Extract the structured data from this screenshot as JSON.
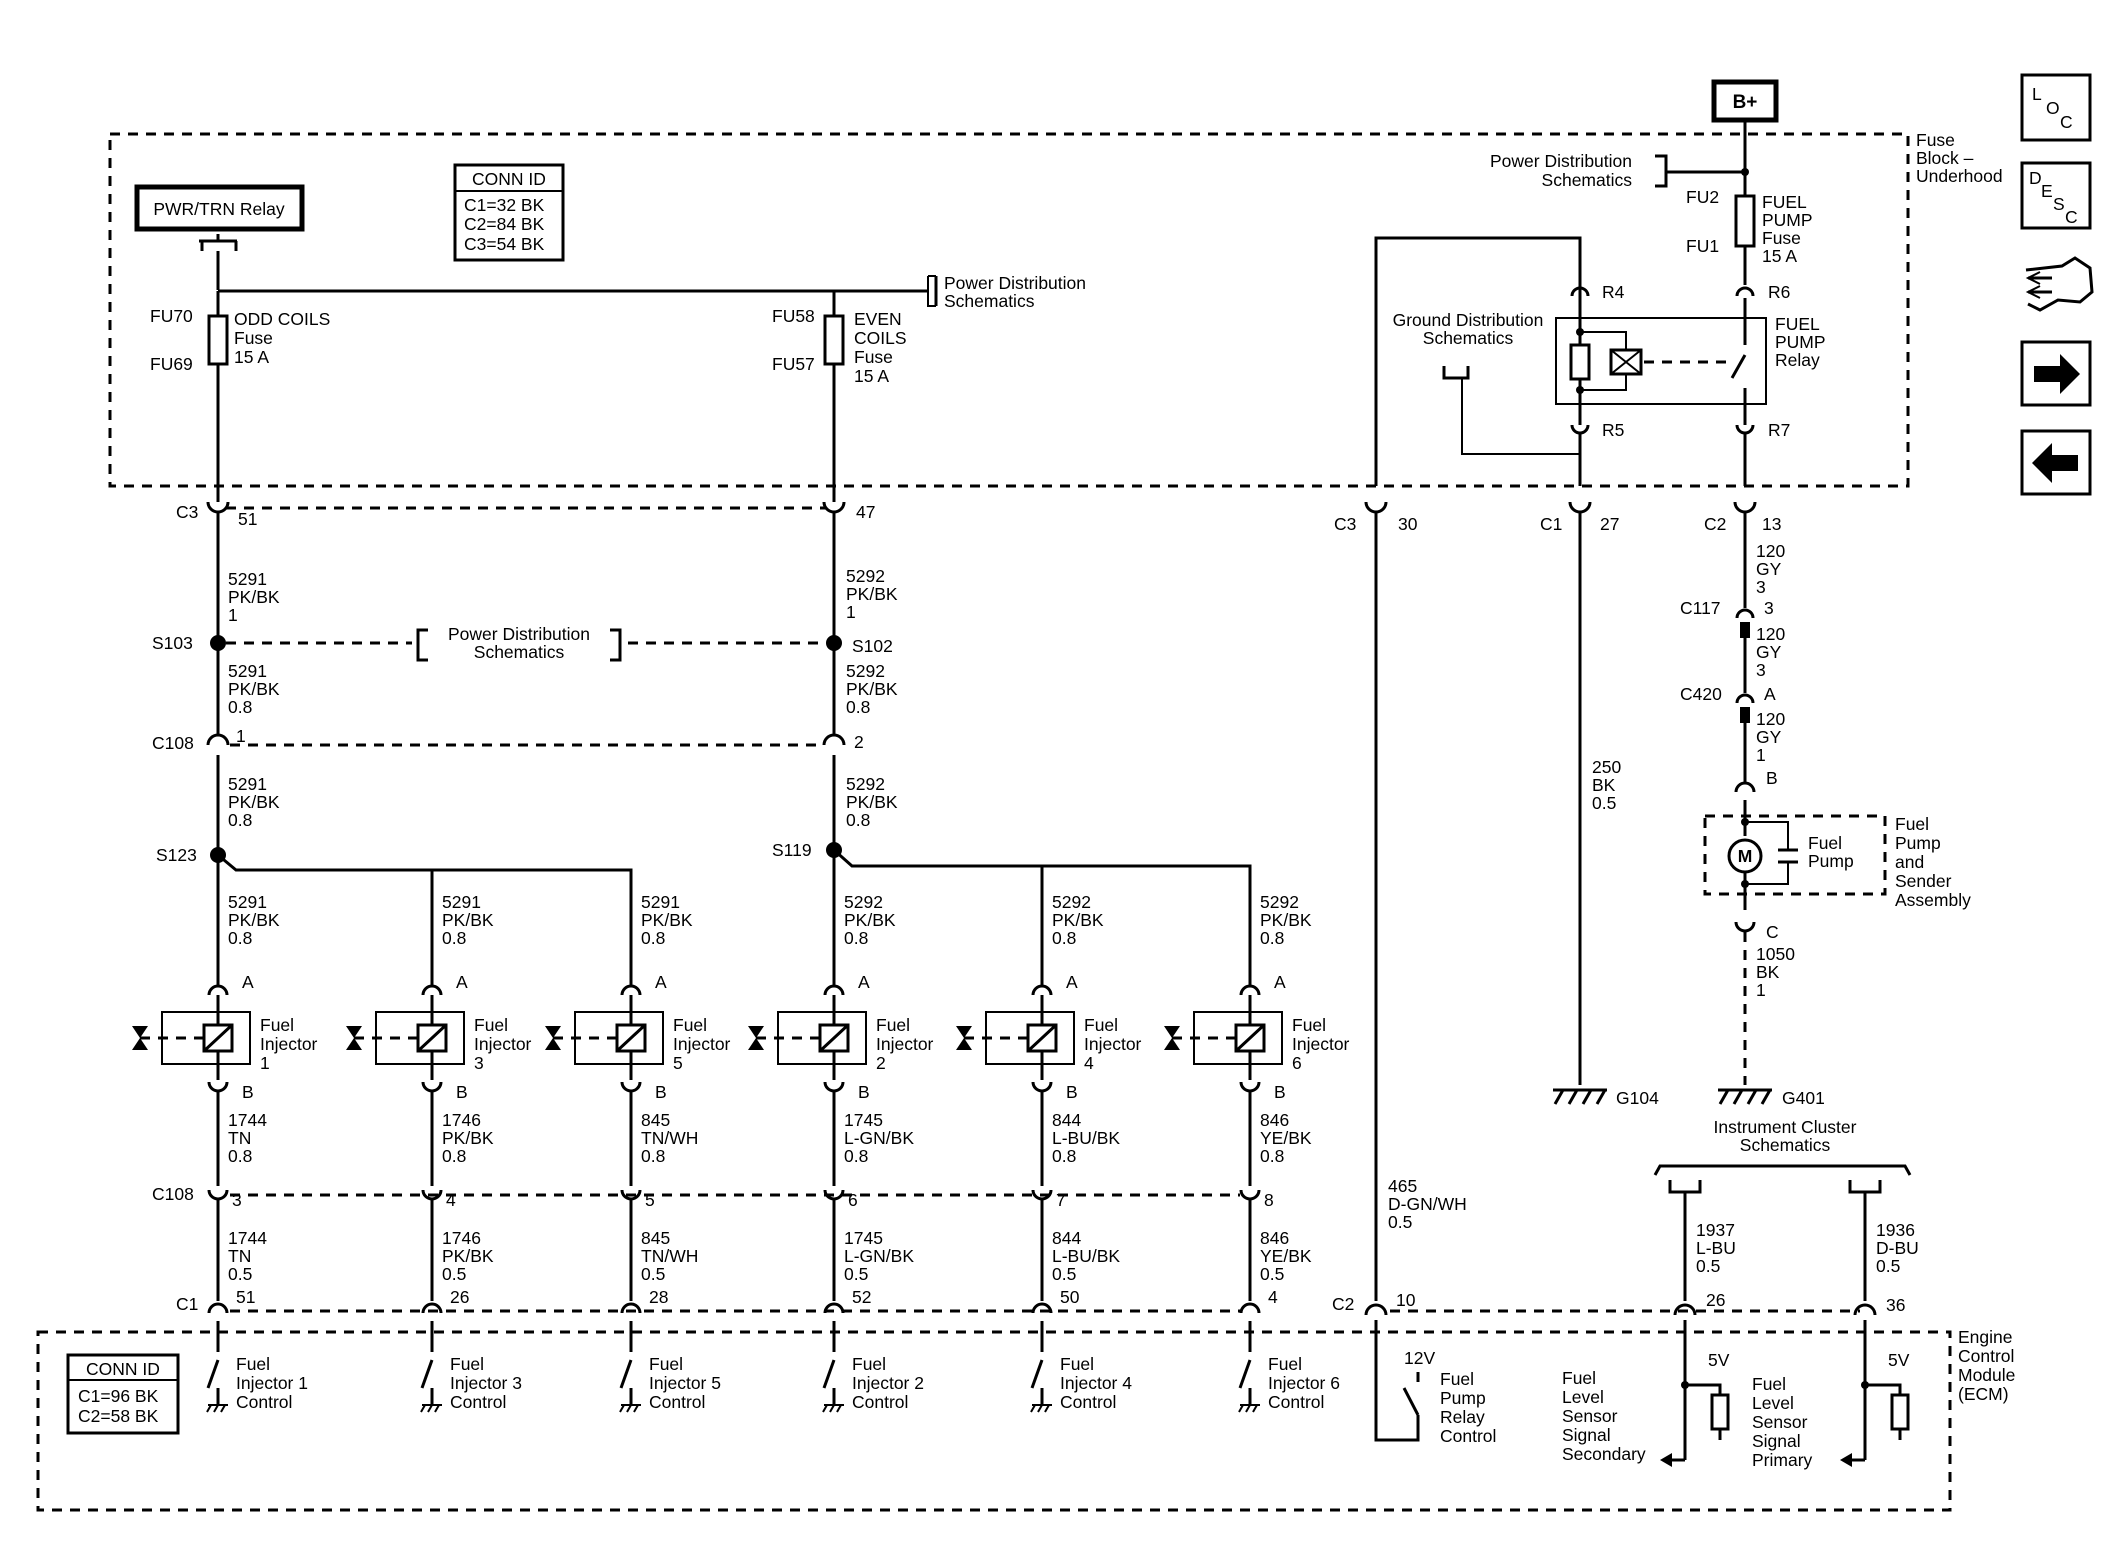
{
  "nav": {
    "loc": [
      "L",
      "O",
      "C"
    ],
    "desc": [
      "D",
      "E",
      "S",
      "C"
    ]
  },
  "labels": {
    "b_plus": "B+",
    "fuse_block": [
      "Fuse",
      "Block –",
      "Underhood"
    ],
    "pwr_trn_relay": "PWR/TRN Relay",
    "conn_id_title": "CONN ID",
    "conn_top": [
      "C1=32 BK",
      "C2=84 BK",
      "C3=54 BK"
    ],
    "conn_ecm": [
      "C1=96 BK",
      "C2=58 BK"
    ],
    "power_dist": [
      "Power Distribution",
      "Schematics"
    ],
    "ground_dist": [
      "Ground Distribution",
      "Schematics"
    ],
    "instrument": [
      "Instrument Cluster",
      "Schematics"
    ],
    "odd_fuse": [
      "ODD COILS",
      "Fuse",
      "15 A"
    ],
    "even_fuse": [
      "EVEN",
      "COILS",
      "Fuse",
      "15 A"
    ],
    "fuel_pump_fuse": [
      "FUEL",
      "PUMP",
      "Fuse",
      "15 A"
    ],
    "fuel_pump_relay": [
      "FUEL",
      "PUMP",
      "Relay"
    ],
    "fuel_pump": [
      "Fuel",
      "Pump"
    ],
    "pump_assembly": [
      "Fuel",
      "Pump",
      "and",
      "Sender",
      "Assembly"
    ],
    "ecm": [
      "Engine",
      "Control",
      "Module",
      "(ECM)"
    ],
    "fuel_injector": [
      "Fuel",
      "Injector"
    ],
    "fu70": "FU70",
    "fu69": "FU69",
    "fu58": "FU58",
    "fu57": "FU57",
    "fu2": "FU2",
    "fu1": "FU1",
    "r4": "R4",
    "r5": "R5",
    "r6": "R6",
    "r7": "R7",
    "c3": "C3",
    "c1": "C1",
    "c2": "C2",
    "c108": "C108",
    "c117": "C117",
    "c420": "C420",
    "s103": "S103",
    "s102": "S102",
    "s123": "S123",
    "s119": "S119",
    "g104": "G104",
    "g401": "G401",
    "pin_a": "A",
    "pin_b": "B",
    "pin_c": "C",
    "motor": "M",
    "v12": "12V",
    "v5": "5V"
  },
  "pins": {
    "c3_51": "51",
    "c3_47": "47",
    "c3_30": "30",
    "c1_27": "27",
    "c2_13": "13",
    "c117_3": "3",
    "c420_a": "A",
    "c108_1": "1",
    "c108_2": "2",
    "c2_10": "10",
    "c2_26": "26",
    "c2_36": "36"
  },
  "wires": {
    "w5291_1": [
      "5291",
      "PK/BK",
      "1"
    ],
    "w5292_1": [
      "5292",
      "PK/BK",
      "1"
    ],
    "w5291_08": [
      "5291",
      "PK/BK",
      "0.8"
    ],
    "w5292_08": [
      "5292",
      "PK/BK",
      "0.8"
    ],
    "w120_3": [
      "120",
      "GY",
      "3"
    ],
    "w120_1": [
      "120",
      "GY",
      "1"
    ],
    "w250": [
      "250",
      "BK",
      "0.5"
    ],
    "w1050": [
      "1050",
      "BK",
      "1"
    ],
    "w465": [
      "465",
      "D-GN/WH",
      "0.5"
    ],
    "w1937": [
      "1937",
      "L-BU",
      "0.5"
    ],
    "w1936": [
      "1936",
      "D-BU",
      "0.5"
    ]
  },
  "injectors": [
    {
      "num": "1",
      "ctrl": [
        "Fuel",
        "Injector 1",
        "Control"
      ],
      "upper": [
        "1744",
        "TN",
        "0.8"
      ],
      "lower": [
        "1744",
        "TN",
        "0.5"
      ],
      "c108": "3",
      "c1": "51"
    },
    {
      "num": "3",
      "ctrl": [
        "Fuel",
        "Injector 3",
        "Control"
      ],
      "upper": [
        "1746",
        "PK/BK",
        "0.8"
      ],
      "lower": [
        "1746",
        "PK/BK",
        "0.5"
      ],
      "c108": "4",
      "c1": "26"
    },
    {
      "num": "5",
      "ctrl": [
        "Fuel",
        "Injector 5",
        "Control"
      ],
      "upper": [
        "845",
        "TN/WH",
        "0.8"
      ],
      "lower": [
        "845",
        "TN/WH",
        "0.5"
      ],
      "c108": "5",
      "c1": "28"
    },
    {
      "num": "2",
      "ctrl": [
        "Fuel",
        "Injector 2",
        "Control"
      ],
      "upper": [
        "1745",
        "L-GN/BK",
        "0.8"
      ],
      "lower": [
        "1745",
        "L-GN/BK",
        "0.5"
      ],
      "c108": "6",
      "c1": "52"
    },
    {
      "num": "4",
      "ctrl": [
        "Fuel",
        "Injector 4",
        "Control"
      ],
      "upper": [
        "844",
        "L-BU/BK",
        "0.8"
      ],
      "lower": [
        "844",
        "L-BU/BK",
        "0.5"
      ],
      "c108": "7",
      "c1": "50"
    },
    {
      "num": "6",
      "ctrl": [
        "Fuel",
        "Injector 6",
        "Control"
      ],
      "upper": [
        "846",
        "YE/BK",
        "0.8"
      ],
      "lower": [
        "846",
        "YE/BK",
        "0.5"
      ],
      "c108": "8",
      "c1": "4"
    }
  ],
  "ecm_signals": {
    "relay_ctrl": [
      "Fuel",
      "Pump",
      "Relay",
      "Control"
    ],
    "secondary": [
      "Fuel",
      "Level",
      "Sensor",
      "Signal",
      "Secondary"
    ],
    "primary": [
      "Fuel",
      "Level",
      "Sensor",
      "Signal",
      "Primary"
    ]
  }
}
